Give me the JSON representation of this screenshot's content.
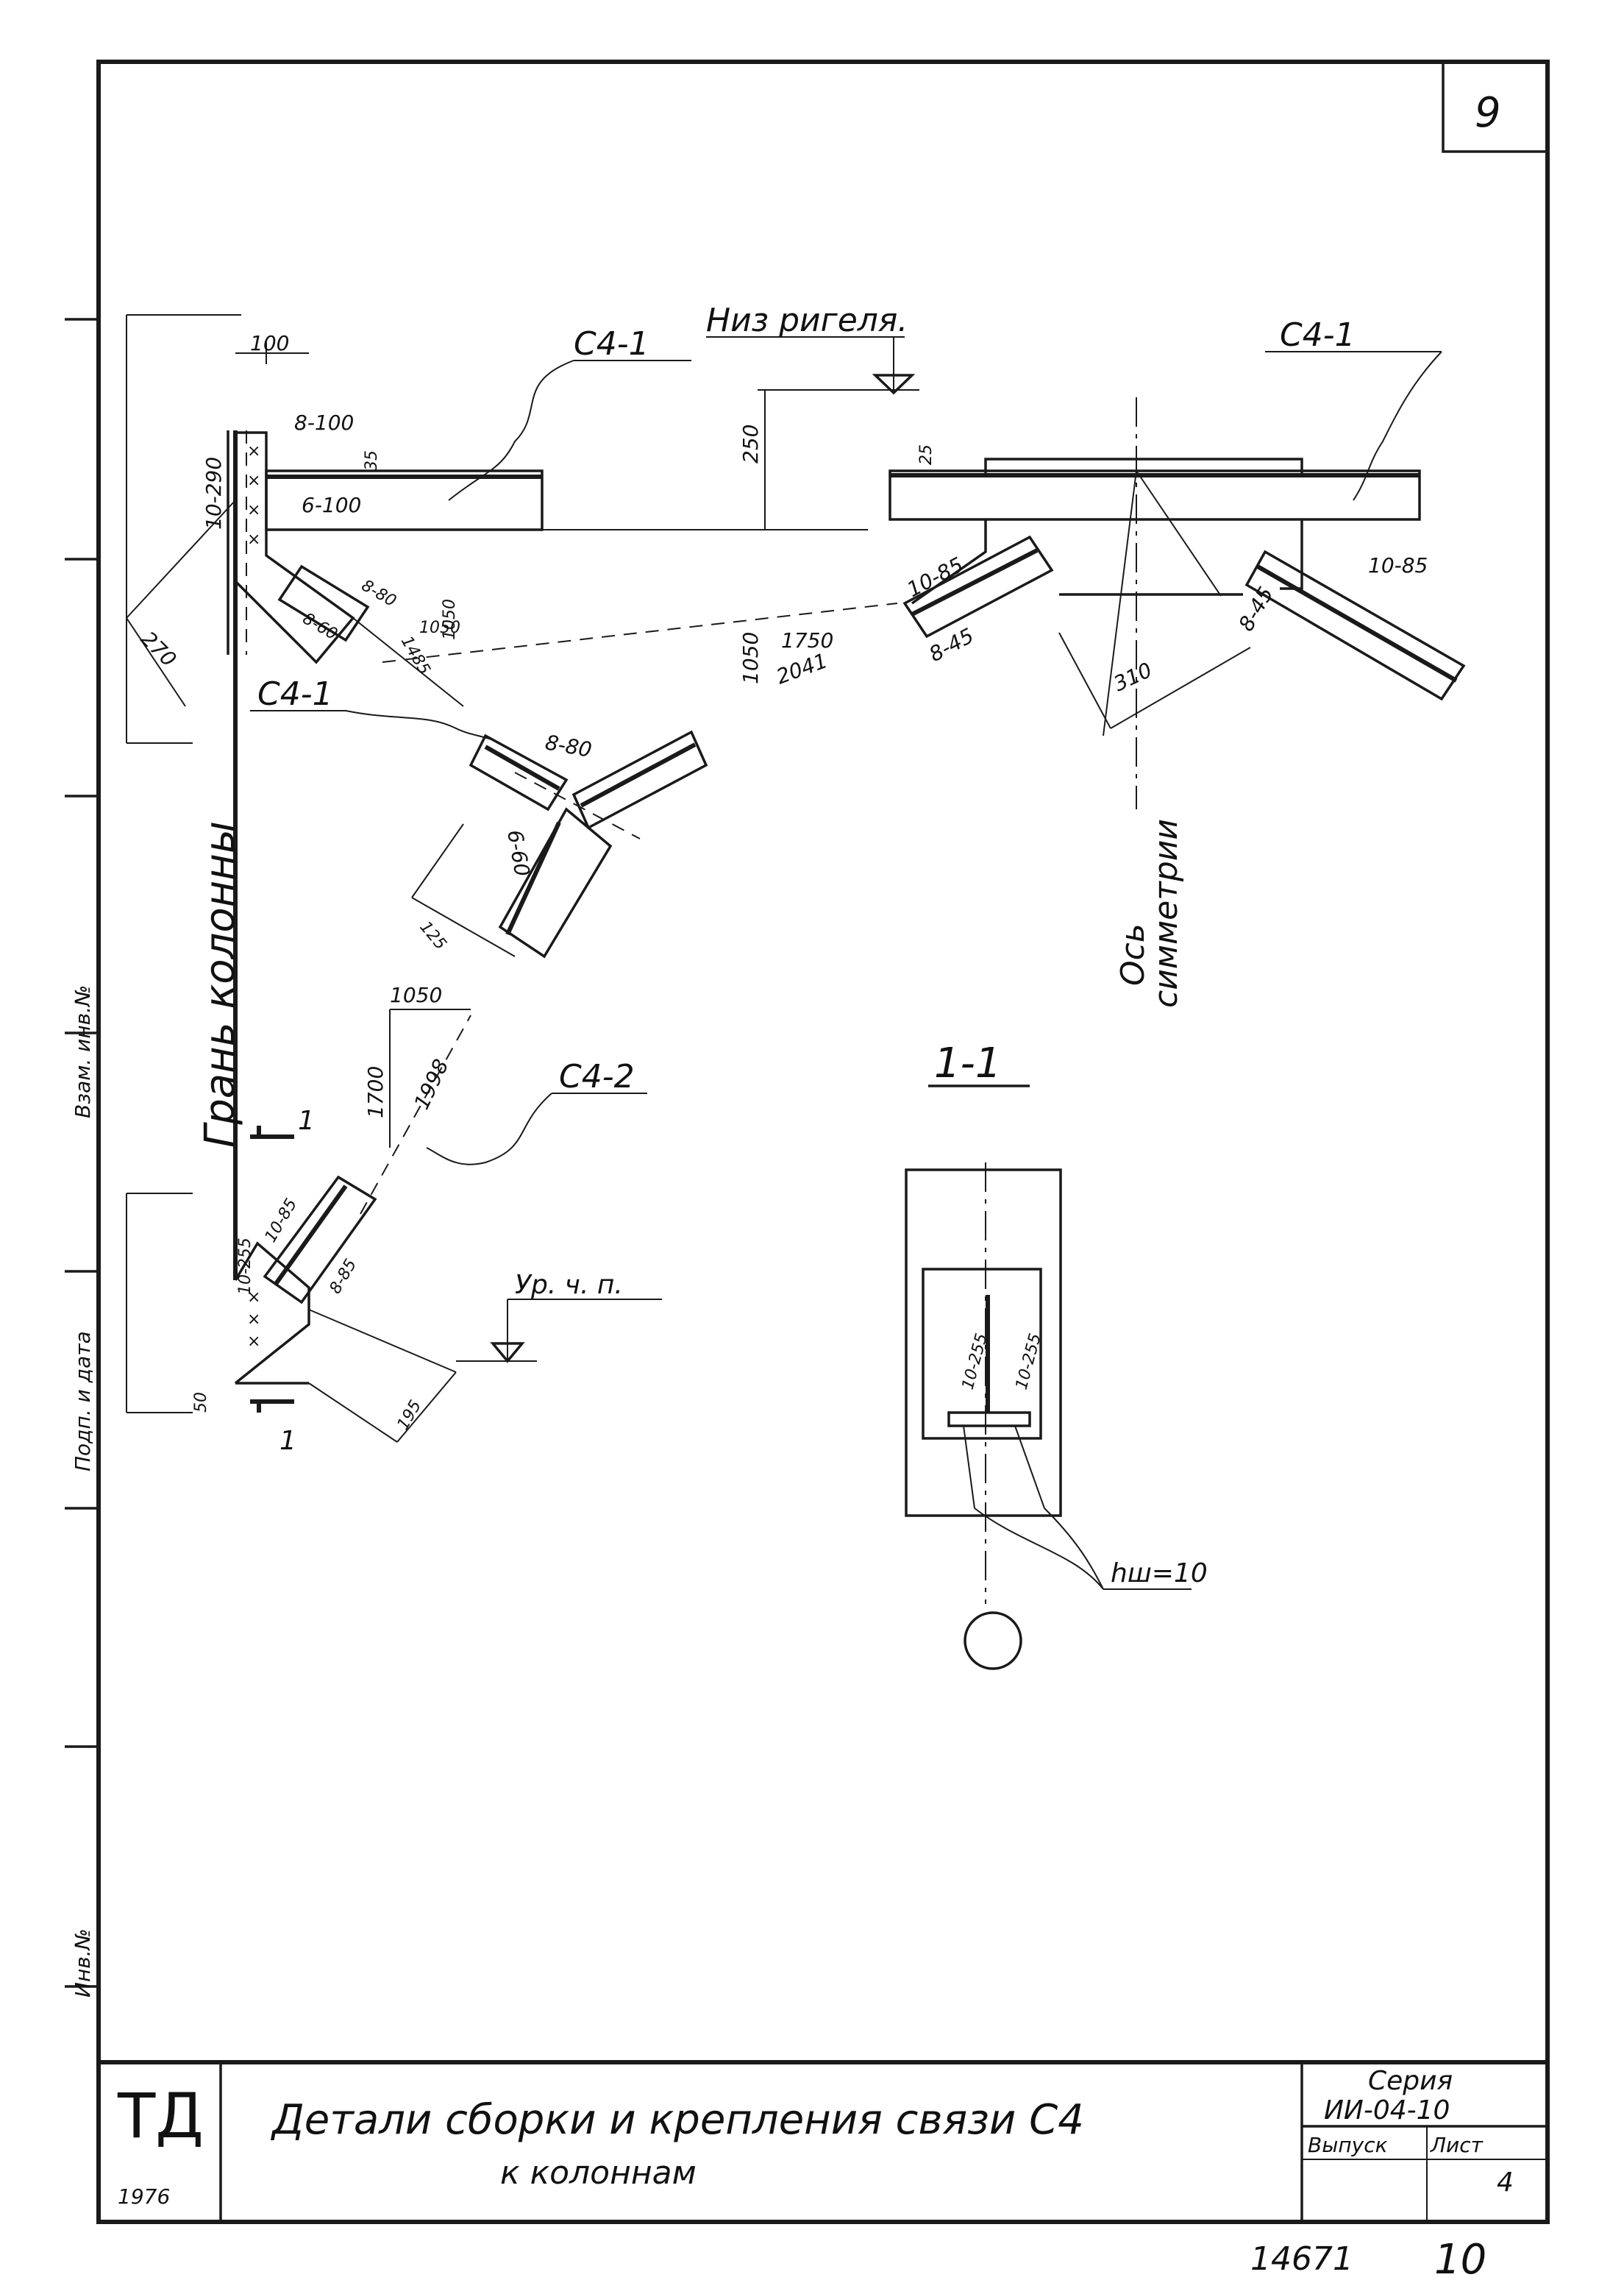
{
  "sheet": {
    "sheet_number": "9",
    "stamp": "14671",
    "stamp_page": "10"
  },
  "labels": {
    "c4_1_left": "С4-1",
    "c4_1_right": "С4-1",
    "c4_1_mid": "С4-1",
    "c4_2": "С4-2",
    "bottom_of_beam": "Низ ригеля.",
    "floor_level": "Ур. ч. п.",
    "column_face": "Грань колонны",
    "symmetry_axis_1": "Ось",
    "symmetry_axis_2": "симметрии",
    "section_1_1": "1-1",
    "section_mark_top": "1",
    "section_mark_bottom": "1",
    "weld_note": "hш=10"
  },
  "dimensions": {
    "d100": "100",
    "d8_100": "8-100",
    "d6_100": "6-100",
    "d10_290": "10-290",
    "d270": "270",
    "d8_80a": "8-80",
    "d8_60": "8-60",
    "d1050a": "1050",
    "d1485": "1485",
    "d1050b": "1050",
    "d250": "250",
    "d35": "35",
    "d25": "25",
    "d1750": "1750",
    "d2041": "2041",
    "d1050c": "1050",
    "d10_85a": "10-85",
    "d8_45a": "8-45",
    "d10_85b": "10-85",
    "d8_45b": "8-45",
    "d310": "310",
    "d8_80b": "8-80",
    "d6_60": "6-60",
    "d125": "125",
    "d1050d": "1050",
    "d1700": "1700",
    "d1998": "1998",
    "d10_85c": "10-85",
    "d10_255a": "10-255",
    "d8_85": "8-85",
    "d195": "195",
    "d50": "50",
    "d10_255b": "10-255",
    "d10_255c": "10-255"
  },
  "title_block": {
    "logo": "ТД",
    "year": "1976",
    "title_line1": "Детали сборки и крепления связи С4",
    "title_line2": "к колоннам",
    "series_label": "Серия",
    "series_value": "ИИ-04-10",
    "issue_label": "Выпуск",
    "sheet_label": "Лист",
    "sheet_value": "4"
  },
  "margin_notes": {
    "note1": "Инв.№",
    "note2": "Подп. и дата",
    "note3": "Взам. инв.№"
  }
}
